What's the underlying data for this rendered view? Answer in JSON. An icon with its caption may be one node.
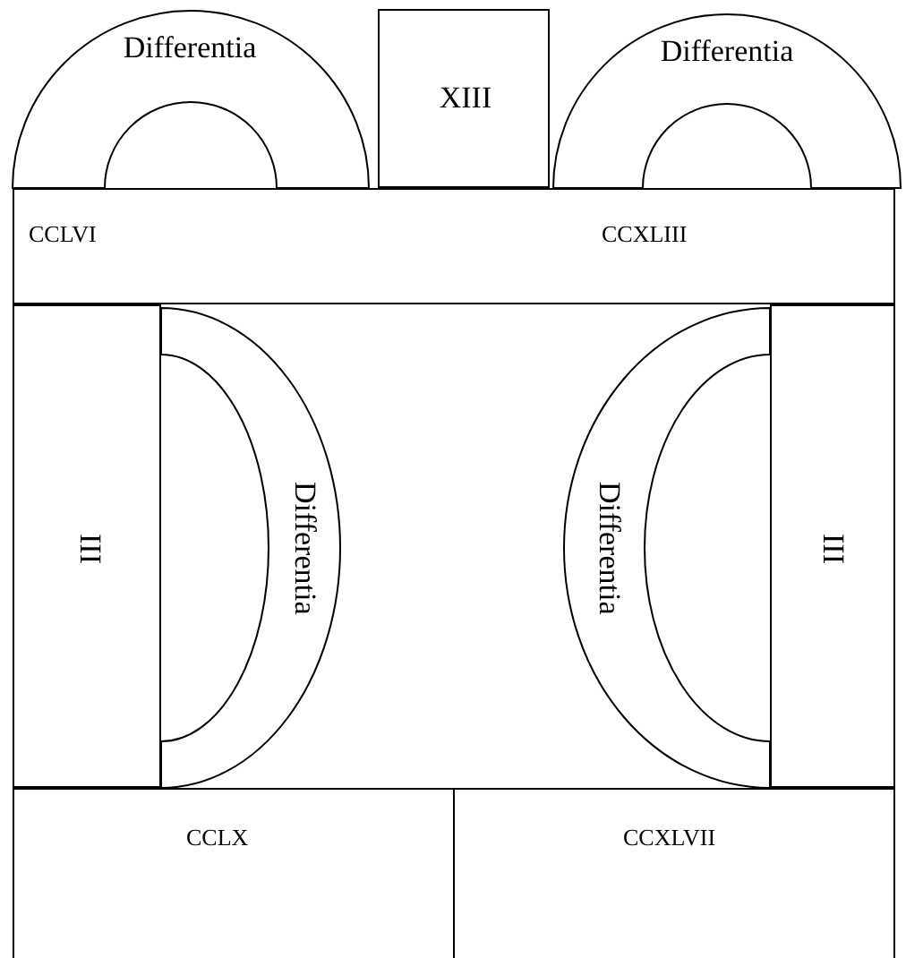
{
  "diagram": {
    "nodes": [
      {
        "text": [
          "Differentia"
        ]
      },
      {
        "text": [
          "XIII"
        ]
      },
      {
        "text": [
          "Differentia"
        ]
      },
      {
        "text": [
          "CCLVI",
          "CCXLIII"
        ]
      },
      {
        "text": [
          "III"
        ]
      },
      {
        "text": [
          "Differentia"
        ]
      },
      {
        "text": [
          "Differentia"
        ]
      },
      {
        "text": [
          "III"
        ]
      },
      {
        "text": [
          "CCLX"
        ]
      },
      {
        "text": [
          "CCXLVII"
        ]
      }
    ]
  }
}
